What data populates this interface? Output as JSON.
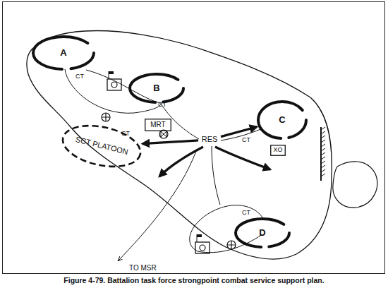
{
  "diagram": {
    "caption": "Figure 4-79. Battalion task force strongpoint combat service support plan.",
    "nodes": [
      {
        "text": [
          "A"
        ]
      },
      {
        "text": [
          "B"
        ]
      },
      {
        "text": [
          "SCT PLATOON"
        ]
      },
      {
        "text": [
          "MRT"
        ]
      },
      {
        "text": [
          "RES"
        ]
      },
      {
        "text": [
          "C"
        ]
      },
      {
        "text": [
          "XO"
        ]
      },
      {
        "text": [
          "D"
        ]
      }
    ],
    "edges": [
      {
        "from": 4,
        "to": 2,
        "arrow": "to"
      },
      {
        "from": 4,
        "to": 5,
        "arrow": "to"
      }
    ],
    "labels": [
      "CT",
      "CT",
      "CT",
      "CT",
      "CT",
      "TO MSR"
    ]
  }
}
